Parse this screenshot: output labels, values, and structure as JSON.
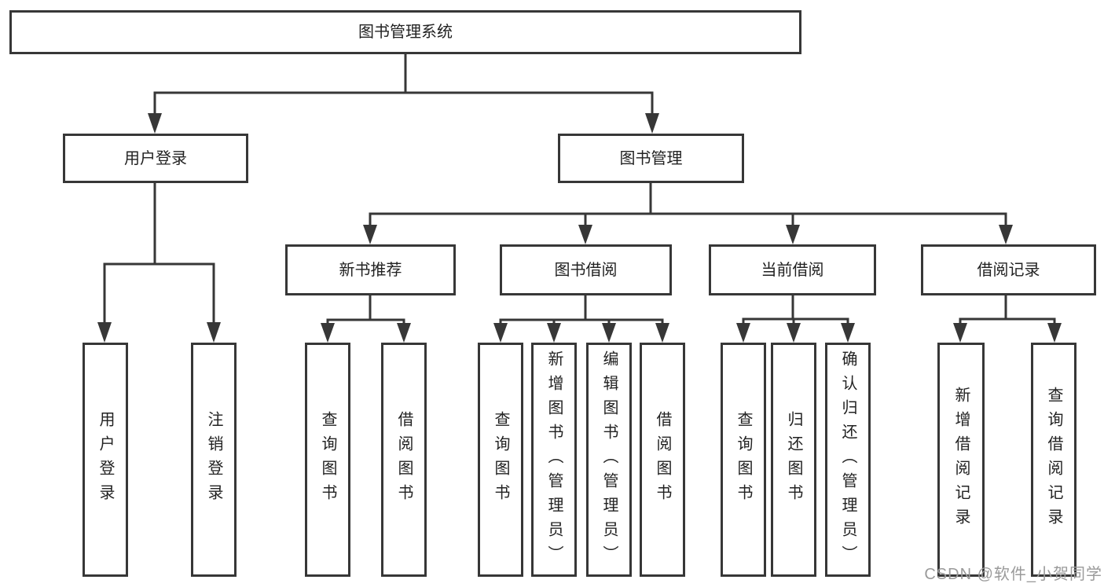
{
  "diagram": {
    "root": {
      "label": "图书管理系统"
    },
    "branches": [
      {
        "label": "用户登录",
        "children": [
          {
            "label": "用户登录"
          },
          {
            "label": "注销登录"
          }
        ]
      },
      {
        "label": "图书管理",
        "children": [
          {
            "label": "新书推荐",
            "children": [
              {
                "label": "查询图书"
              },
              {
                "label": "借阅图书"
              }
            ]
          },
          {
            "label": "图书借阅",
            "children": [
              {
                "label": "查询图书"
              },
              {
                "label": "新增图书（管理员）"
              },
              {
                "label": "编辑图书（管理员）"
              },
              {
                "label": "借阅图书"
              }
            ]
          },
          {
            "label": "当前借阅",
            "children": [
              {
                "label": "查询图书"
              },
              {
                "label": "归还图书"
              },
              {
                "label": "确认归还（管理员）"
              }
            ]
          },
          {
            "label": "借阅记录",
            "children": [
              {
                "label": "新增借阅记录"
              },
              {
                "label": "查询借阅记录"
              }
            ]
          }
        ]
      }
    ],
    "watermark": "CSDN @软件_小贺同学"
  },
  "colors": {
    "line": "#373737",
    "box_border": "#373737",
    "text": "#222222",
    "watermark": "#9a9a9a",
    "background": "#ffffff"
  }
}
